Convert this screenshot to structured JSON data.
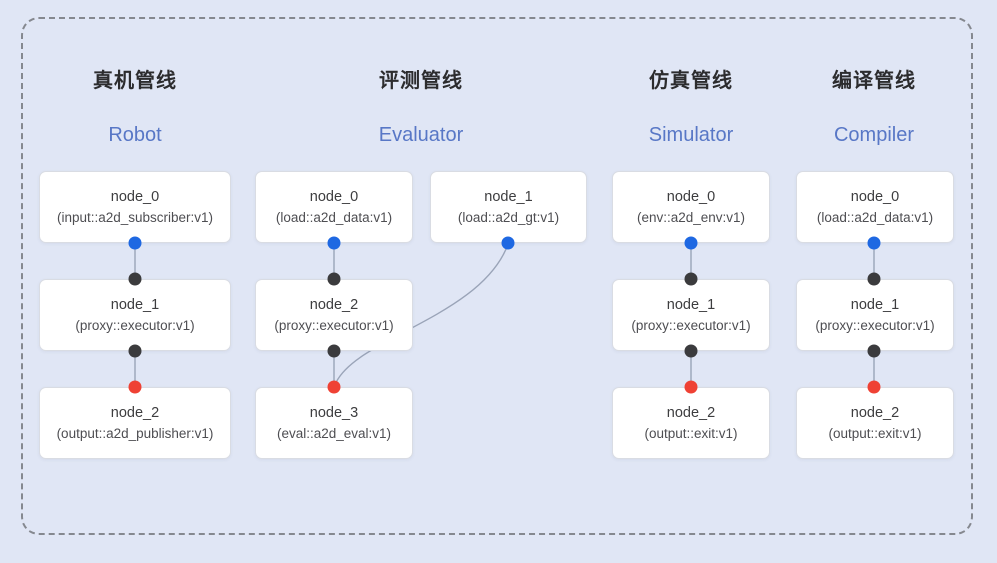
{
  "colors": {
    "background": "#e0e6f5",
    "dashed_border": "#85888f",
    "node_background": "#ffffff",
    "node_border": "#d9dce3",
    "edge_line": "#9aa4b8",
    "port_blue": "#1e68e2",
    "port_black": "#3b3b3d",
    "port_red": "#ef4134",
    "title_cn_color": "#2c2c2e",
    "title_en_color": "#5877c6",
    "node_text_color": "#3d3d3f"
  },
  "pipelines": [
    {
      "title_cn": "真机管线",
      "title_en": "Robot",
      "nodes": [
        {
          "title": "node_0",
          "subtitle": "(input::a2d_subscriber:v1)"
        },
        {
          "title": "node_1",
          "subtitle": "(proxy::executor:v1)"
        },
        {
          "title": "node_2",
          "subtitle": "(output::a2d_publisher:v1)"
        }
      ]
    },
    {
      "title_cn": "评测管线",
      "title_en": "Evaluator",
      "nodes": [
        {
          "title": "node_0",
          "subtitle": "(load::a2d_data:v1)"
        },
        {
          "title": "node_1",
          "subtitle": "(load::a2d_gt:v1)"
        },
        {
          "title": "node_2",
          "subtitle": "(proxy::executor:v1)"
        },
        {
          "title": "node_3",
          "subtitle": "(eval::a2d_eval:v1)"
        }
      ]
    },
    {
      "title_cn": "仿真管线",
      "title_en": "Simulator",
      "nodes": [
        {
          "title": "node_0",
          "subtitle": "(env::a2d_env:v1)"
        },
        {
          "title": "node_1",
          "subtitle": "(proxy::executor:v1)"
        },
        {
          "title": "node_2",
          "subtitle": "(output::exit:v1)"
        }
      ]
    },
    {
      "title_cn": "编译管线",
      "title_en": "Compiler",
      "nodes": [
        {
          "title": "node_0",
          "subtitle": "(load::a2d_data:v1)"
        },
        {
          "title": "node_1",
          "subtitle": "(proxy::executor:v1)"
        },
        {
          "title": "node_2",
          "subtitle": "(output::exit:v1)"
        }
      ]
    }
  ]
}
